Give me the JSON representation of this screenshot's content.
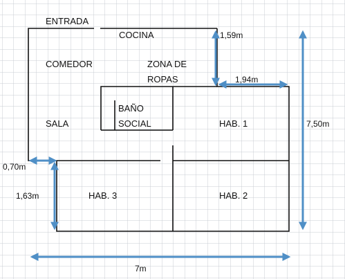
{
  "rooms": {
    "entrada": "ENTRADA",
    "cocina": "COCINA",
    "comedor": "COMEDOR",
    "zona_ropas_1": "ZONA DE",
    "zona_ropas_2": "ROPAS",
    "bano_1": "BAÑO",
    "bano_2": "SOCIAL",
    "sala": "SALA",
    "hab1": "HAB. 1",
    "hab2": "HAB. 2",
    "hab3": "HAB. 3"
  },
  "dimensions": {
    "cocina_depth": "1,59m",
    "hab1_width": "1,94m",
    "total_depth": "7,50m",
    "offset_left": "0,70m",
    "hab3_depth": "1,63m",
    "total_width": "7m"
  },
  "colors": {
    "grid": "#c9ccd3",
    "wall": "#111111",
    "arrow": "#4f8fc6",
    "background": "#ffffff"
  }
}
